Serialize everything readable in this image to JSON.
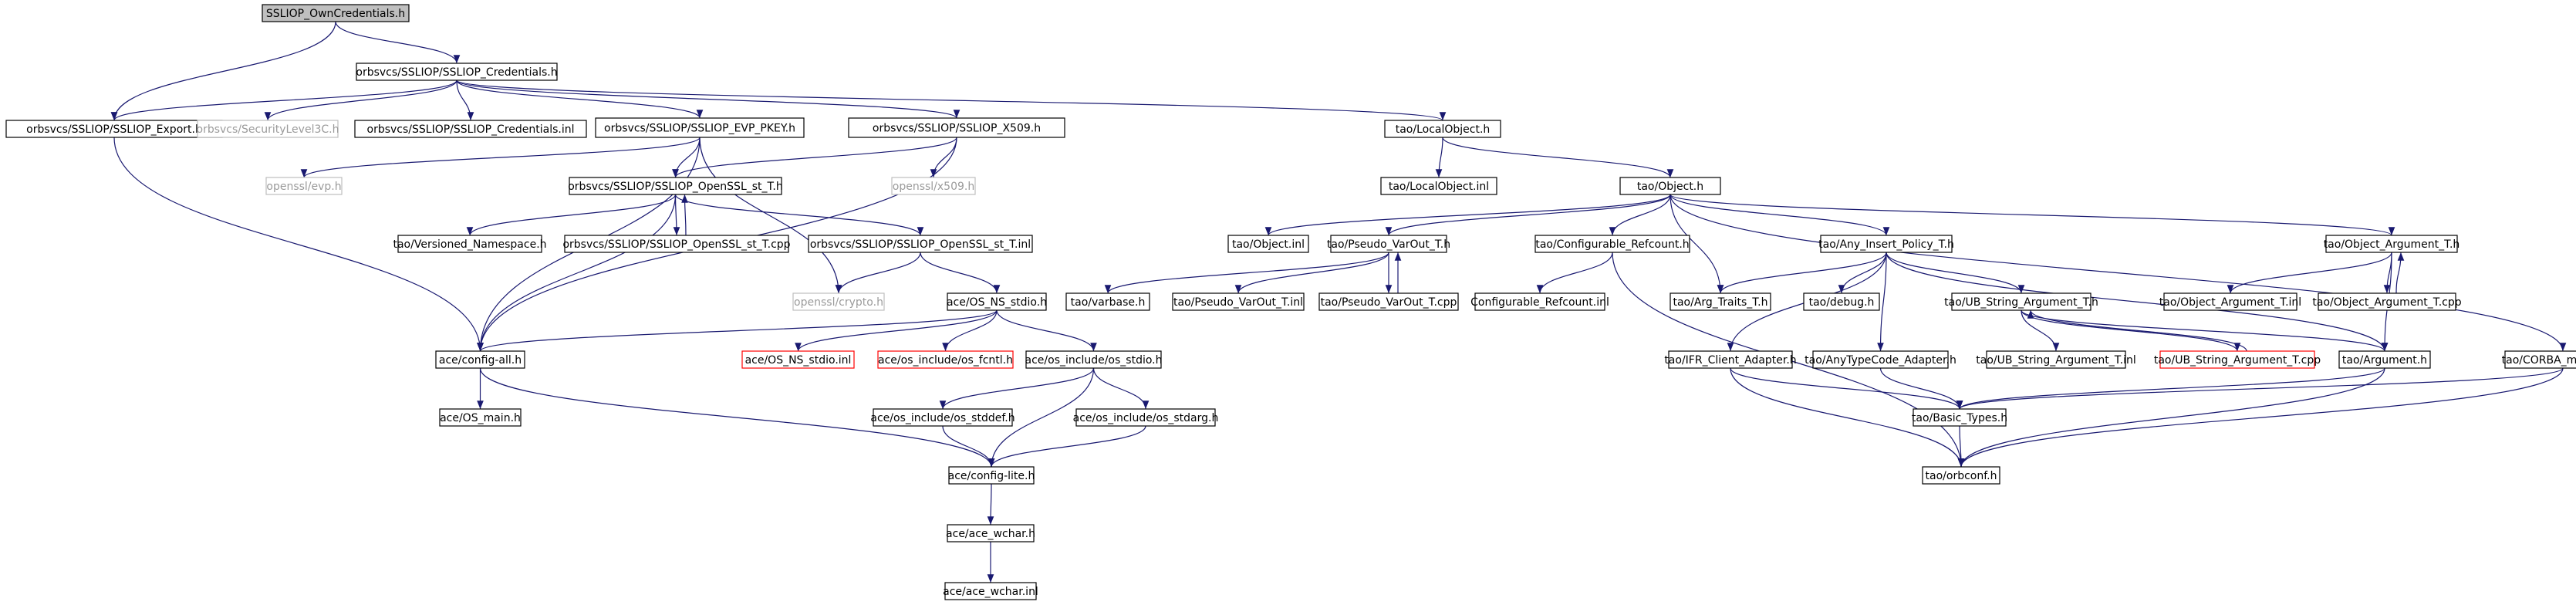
{
  "graph": {
    "colors": {
      "edge": "#191970",
      "root_fill": "#bfbfbf",
      "border": "#000000",
      "external_border": "#bfbfbf",
      "missing_border": "#ff0000"
    },
    "nodes": [
      {
        "id": "root",
        "label": "SSLIOP_OwnCredentials.h",
        "style": "root"
      },
      {
        "id": "cred",
        "label": "orbsvcs/SSLIOP/SSLIOP_Credentials.h",
        "style": "normal"
      },
      {
        "id": "export",
        "label": "orbsvcs/SSLIOP/SSLIOP_Export.h",
        "style": "normal"
      },
      {
        "id": "seclev",
        "label": "orbsvcs/SecurityLevel3C.h",
        "style": "ext"
      },
      {
        "id": "credinl",
        "label": "orbsvcs/SSLIOP/SSLIOP_Credentials.inl",
        "style": "normal"
      },
      {
        "id": "evpkey",
        "label": "orbsvcs/SSLIOP/SSLIOP_EVP_PKEY.h",
        "style": "normal"
      },
      {
        "id": "x509h",
        "label": "orbsvcs/SSLIOP/SSLIOP_X509.h",
        "style": "normal"
      },
      {
        "id": "localobj",
        "label": "tao/LocalObject.h",
        "style": "normal"
      },
      {
        "id": "evp",
        "label": "openssl/evp.h",
        "style": "ext"
      },
      {
        "id": "opensslst",
        "label": "orbsvcs/SSLIOP/SSLIOP_OpenSSL_st_T.h",
        "style": "normal"
      },
      {
        "id": "x509",
        "label": "openssl/x509.h",
        "style": "ext"
      },
      {
        "id": "localinl",
        "label": "tao/LocalObject.inl",
        "style": "normal"
      },
      {
        "id": "object",
        "label": "tao/Object.h",
        "style": "normal"
      },
      {
        "id": "versioned",
        "label": "tao/Versioned_Namespace.h",
        "style": "normal"
      },
      {
        "id": "stcpp",
        "label": "orbsvcs/SSLIOP/SSLIOP_OpenSSL_st_T.cpp",
        "style": "normal"
      },
      {
        "id": "stinl",
        "label": "orbsvcs/SSLIOP/SSLIOP_OpenSSL_st_T.inl",
        "style": "normal"
      },
      {
        "id": "objinl",
        "label": "tao/Object.inl",
        "style": "normal"
      },
      {
        "id": "pseudo",
        "label": "tao/Pseudo_VarOut_T.h",
        "style": "normal"
      },
      {
        "id": "confref",
        "label": "tao/Configurable_Refcount.h",
        "style": "normal"
      },
      {
        "id": "anyins",
        "label": "tao/Any_Insert_Policy_T.h",
        "style": "normal"
      },
      {
        "id": "objarg",
        "label": "tao/Object_Argument_T.h",
        "style": "normal"
      },
      {
        "id": "crypto",
        "label": "openssl/crypto.h",
        "style": "ext"
      },
      {
        "id": "nsstdio",
        "label": "ace/OS_NS_stdio.h",
        "style": "normal"
      },
      {
        "id": "varbase",
        "label": "tao/varbase.h",
        "style": "normal"
      },
      {
        "id": "pseudoinl",
        "label": "tao/Pseudo_VarOut_T.inl",
        "style": "normal"
      },
      {
        "id": "pseudocpp",
        "label": "tao/Pseudo_VarOut_T.cpp",
        "style": "normal"
      },
      {
        "id": "confrefinl",
        "label": "Configurable_Refcount.inl",
        "style": "normal"
      },
      {
        "id": "argtraits",
        "label": "tao/Arg_Traits_T.h",
        "style": "normal"
      },
      {
        "id": "debug",
        "label": "tao/debug.h",
        "style": "normal"
      },
      {
        "id": "ubstr",
        "label": "tao/UB_String_Argument_T.h",
        "style": "normal"
      },
      {
        "id": "objarginl",
        "label": "tao/Object_Argument_T.inl",
        "style": "normal"
      },
      {
        "id": "objargcpp",
        "label": "tao/Object_Argument_T.cpp",
        "style": "normal"
      },
      {
        "id": "configall",
        "label": "ace/config-all.h",
        "style": "normal"
      },
      {
        "id": "nsstdioinl",
        "label": "ace/OS_NS_stdio.inl",
        "style": "missing"
      },
      {
        "id": "fcntl",
        "label": "ace/os_include/os_fcntl.h",
        "style": "missing"
      },
      {
        "id": "osstdio",
        "label": "ace/os_include/os_stdio.h",
        "style": "normal"
      },
      {
        "id": "ifr",
        "label": "tao/IFR_Client_Adapter.h",
        "style": "normal"
      },
      {
        "id": "anytc",
        "label": "tao/AnyTypeCode_Adapter.h",
        "style": "normal"
      },
      {
        "id": "ubstrinl",
        "label": "tao/UB_String_Argument_T.inl",
        "style": "normal"
      },
      {
        "id": "ubstrcpp",
        "label": "tao/UB_String_Argument_T.cpp",
        "style": "missing"
      },
      {
        "id": "argument",
        "label": "tao/Argument.h",
        "style": "normal"
      },
      {
        "id": "corbam",
        "label": "tao/CORBA_methods.h",
        "style": "normal"
      },
      {
        "id": "osmain",
        "label": "ace/OS_main.h",
        "style": "normal"
      },
      {
        "id": "stddef",
        "label": "ace/os_include/os_stddef.h",
        "style": "normal"
      },
      {
        "id": "stdarg",
        "label": "ace/os_include/os_stdarg.h",
        "style": "normal"
      },
      {
        "id": "basic",
        "label": "tao/Basic_Types.h",
        "style": "normal"
      },
      {
        "id": "configlite",
        "label": "ace/config-lite.h",
        "style": "normal"
      },
      {
        "id": "orbconf",
        "label": "tao/orbconf.h",
        "style": "normal"
      },
      {
        "id": "wchar",
        "label": "ace/ace_wchar.h",
        "style": "normal"
      },
      {
        "id": "wcharinl",
        "label": "ace/ace_wchar.inl",
        "style": "normal"
      }
    ]
  }
}
